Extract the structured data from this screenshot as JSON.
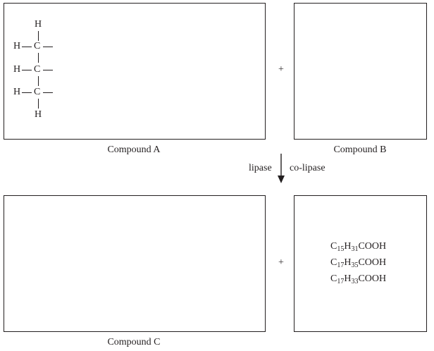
{
  "compound_a": {
    "caption": "Compound A",
    "atoms": {
      "top_h": "H",
      "bottom_h": "H",
      "rows": [
        {
          "h": "H",
          "bond": "—",
          "c": "C"
        },
        {
          "h": "H",
          "bond": "—",
          "c": "C"
        },
        {
          "h": "H",
          "bond": "—",
          "c": "C"
        }
      ]
    }
  },
  "compound_b": {
    "caption": "Compound B"
  },
  "compound_c": {
    "caption": "Compound C"
  },
  "plus_top": "+",
  "plus_bottom": "+",
  "reaction": {
    "left_label": "lipase",
    "right_label": "co-lipase"
  },
  "fatty_acids": [
    {
      "c": "C",
      "c_sub": "15",
      "h": "H",
      "h_sub": "31",
      "group": "COOH"
    },
    {
      "c": "C",
      "c_sub": "17",
      "h": "H",
      "h_sub": "35",
      "group": "COOH"
    },
    {
      "c": "C",
      "c_sub": "17",
      "h": "H",
      "h_sub": "33",
      "group": "COOH"
    }
  ]
}
